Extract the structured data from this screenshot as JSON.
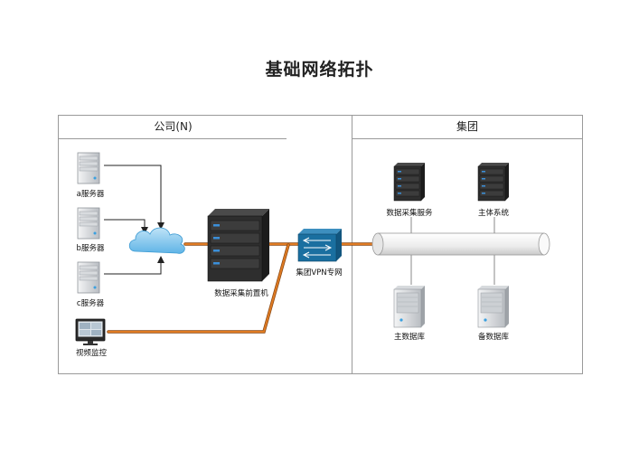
{
  "title": "基础网络拓扑",
  "company": {
    "header": "公司(N)",
    "devices": {
      "server_a": "a服务器",
      "server_b": "b服务器",
      "server_c": "c服务器",
      "video": "视频监控",
      "front_server": "数据采集前置机"
    }
  },
  "group": {
    "header": "集团",
    "devices": {
      "collect_service": "数据采集服务",
      "main_system": "主体系统",
      "main_db": "主数据库",
      "backup_db": "备数据库"
    }
  },
  "vpn": {
    "label": "集团VPN专网"
  },
  "colors": {
    "line_orange": "#e07b22",
    "line_black": "#222222",
    "vpn_blue": "#1a6fa0",
    "server_dark": "#2b2b2b",
    "server_light": "#e4e6e8",
    "pipe": "#f1f1f1"
  }
}
